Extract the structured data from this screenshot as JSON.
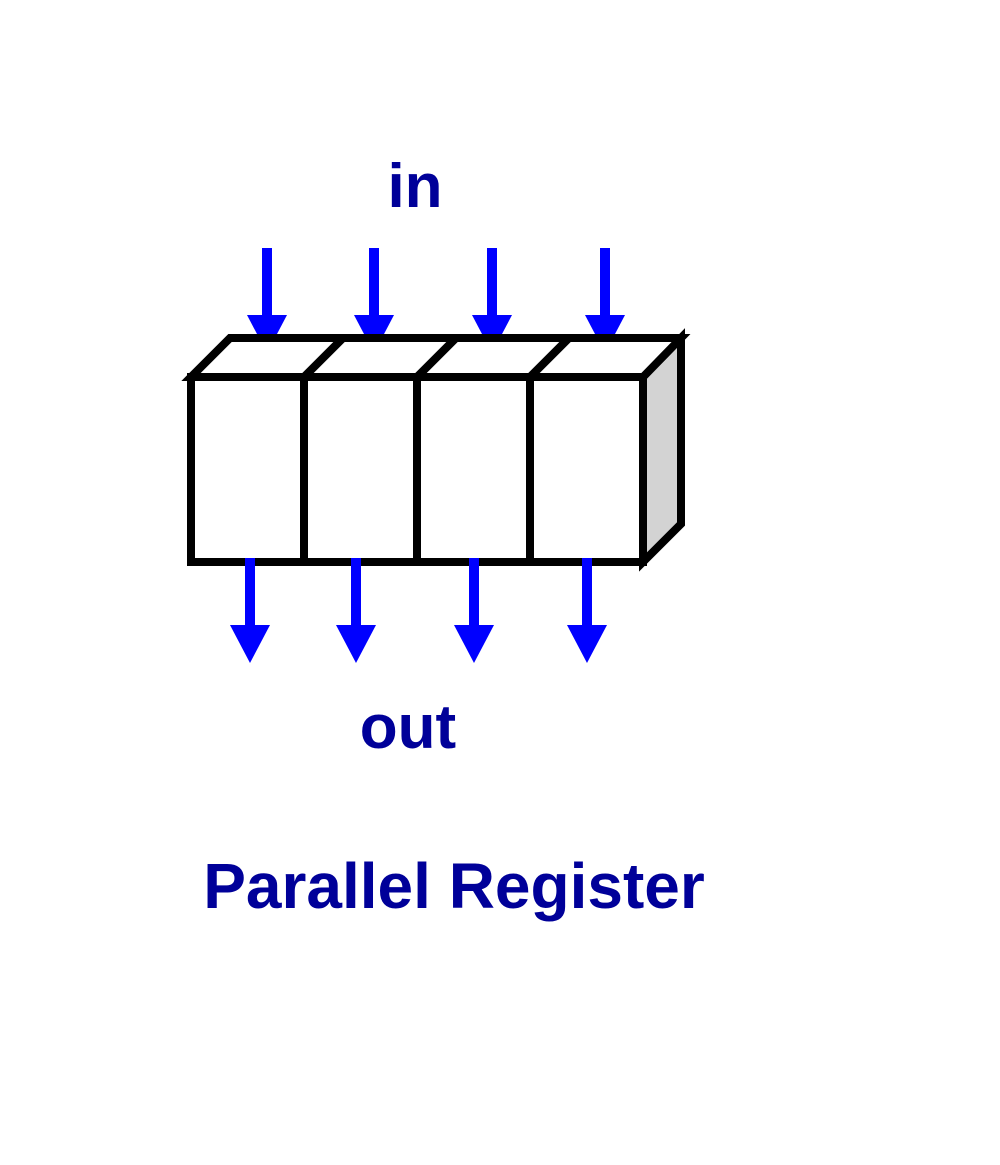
{
  "labels": {
    "input": "in",
    "output": "out",
    "caption": "Parallel Register"
  },
  "register": {
    "cell_count": 4
  },
  "colors": {
    "arrow": "#0000ff",
    "text": "#000099",
    "outline": "#000000",
    "front_face": "#ffffff",
    "side_face": "#d3d3d3"
  }
}
